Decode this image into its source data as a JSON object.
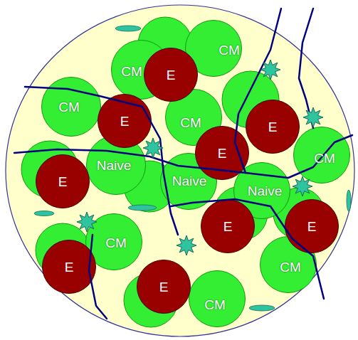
{
  "diagram": {
    "nodes": [
      {
        "text": [
          "CM"
        ]
      },
      {
        "text": [
          "CM"
        ]
      },
      {
        "text": [
          "E"
        ]
      },
      {
        "text": [
          "CM"
        ]
      },
      {
        "text": [
          "E"
        ]
      },
      {
        "text": [
          "CM"
        ]
      },
      {
        "text": [
          "E"
        ]
      },
      {
        "text": [
          "E"
        ]
      },
      {
        "text": [
          "CM"
        ]
      },
      {
        "text": [
          "Naive"
        ]
      },
      {
        "text": [
          "E"
        ]
      },
      {
        "text": [
          "Naive"
        ]
      },
      {
        "text": [
          "Naive"
        ]
      },
      {
        "text": [
          "E"
        ]
      },
      {
        "text": [
          "E"
        ]
      },
      {
        "text": [
          "CM"
        ]
      },
      {
        "text": [
          "E"
        ]
      },
      {
        "text": [
          "CM"
        ]
      },
      {
        "text": [
          "E"
        ]
      },
      {
        "text": [
          "CM"
        ]
      }
    ]
  }
}
